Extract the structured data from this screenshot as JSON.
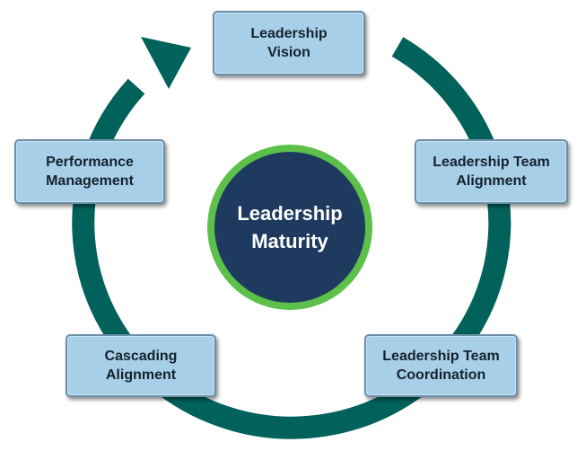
{
  "colors": {
    "arrow": "#00625a",
    "box_fill": "#a7cfe8",
    "box_border": "#6b8fa8",
    "center_fill": "#1e3a5f",
    "center_ring": "#5cc04a"
  },
  "center": {
    "label": "Leadership\nMaturity"
  },
  "stages": [
    {
      "label": "Leadership\nVision"
    },
    {
      "label": "Leadership Team\nAlignment"
    },
    {
      "label": "Leadership Team\nCoordination"
    },
    {
      "label": "Cascading\nAlignment"
    },
    {
      "label": "Performance\nManagement"
    }
  ]
}
